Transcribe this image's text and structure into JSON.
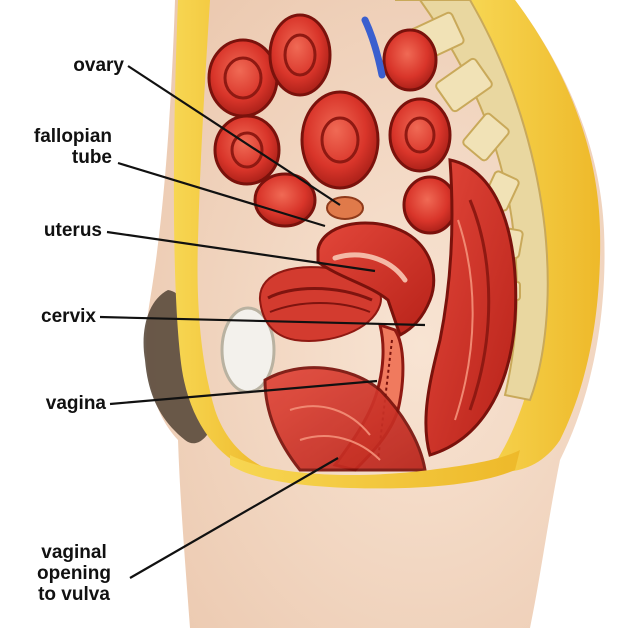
{
  "labels": {
    "ovary": "ovary",
    "fallopian_tube_line1": "fallopian",
    "fallopian_tube_line2": "tube",
    "uterus": "uterus",
    "cervix": "cervix",
    "vagina": "vagina",
    "vaginal_opening_line1": "vaginal",
    "vaginal_opening_line2": "opening",
    "vaginal_opening_line3": "to vulva"
  },
  "colors": {
    "background": "#ffffff",
    "skin": "#f4d9c4",
    "fat_yellow": "#f2c531",
    "muscle_red": "#d9352a",
    "muscle_dark": "#9e1a14",
    "bowel_red": "#e0463a",
    "bone": "#e9d7a0",
    "hair": "#5a4a3c",
    "leader_line": "#111111"
  }
}
